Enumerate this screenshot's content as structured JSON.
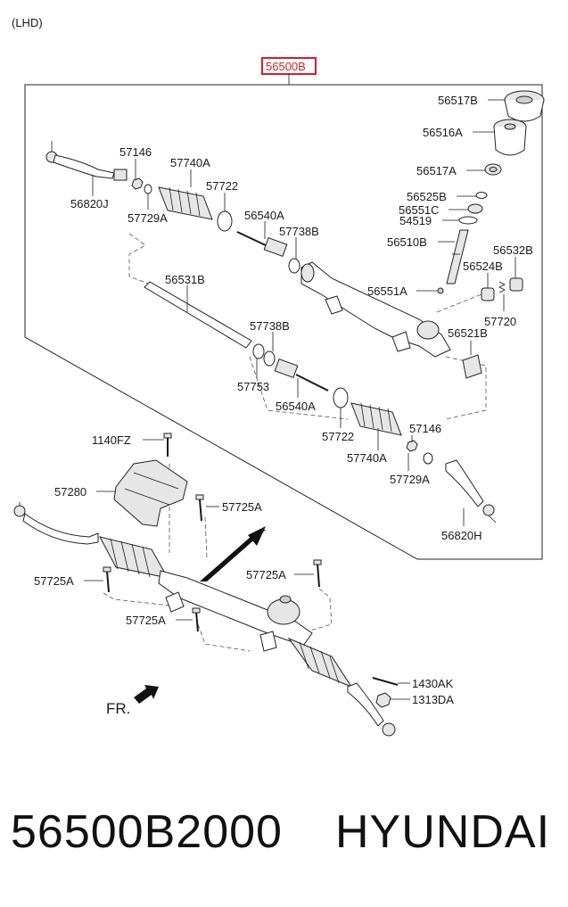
{
  "variant": "(LHD)",
  "assembly": {
    "number": "56500B",
    "highlight_color": "#d0202a"
  },
  "labels": {
    "p56517B": "56517B",
    "p56516A": "56516A",
    "p56517A": "56517A",
    "p56525B": "56525B",
    "p56551C": "56551C",
    "p54519": "54519",
    "p56510B": "56510B",
    "p56532B": "56532B",
    "p56524B": "56524B",
    "p56551A": "56551A",
    "p56521B": "56521B",
    "p57720": "57720",
    "p57146_top": "57146",
    "p57740A_top": "57740A",
    "p57722_top": "57722",
    "p56820J": "56820J",
    "p57729A_top": "57729A",
    "p56540A_top": "56540A",
    "p57738B_top": "57738B",
    "p56531B": "56531B",
    "p57738B_mid": "57738B",
    "p57753": "57753",
    "p56540A_mid": "56540A",
    "p57722_mid": "57722",
    "p57740A_mid": "57740A",
    "p57146_mid": "57146",
    "p57729A_mid": "57729A",
    "p56820H": "56820H",
    "p1140FZ": "1140FZ",
    "p57280": "57280",
    "p57725A_1": "57725A",
    "p57725A_2": "57725A",
    "p57725A_3": "57725A",
    "p57725A_4": "57725A",
    "p1430AK": "1430AK",
    "p1313DA": "1313DA"
  },
  "direction_marker": "FR.",
  "footer": {
    "part_number": "56500B2000",
    "brand": "HYUNDAI"
  }
}
